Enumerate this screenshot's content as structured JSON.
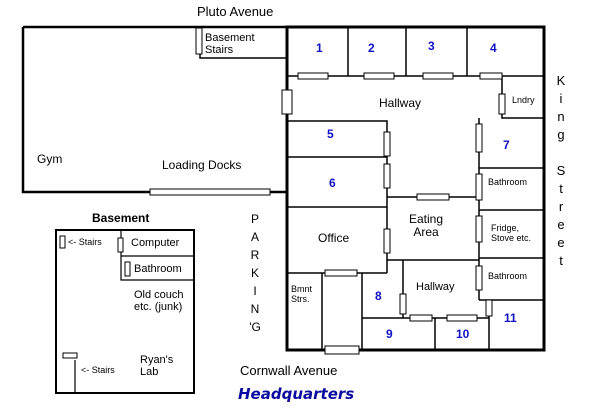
{
  "title": "Headquarters",
  "streets": {
    "north": "Pluto Avenue",
    "south": "Cornwall Avenue",
    "east_letters": [
      "K",
      "i",
      "n",
      "g",
      "",
      "S",
      "t",
      "r",
      "e",
      "e",
      "t"
    ],
    "parking_letters": [
      "P",
      "A",
      "R",
      "K",
      "I",
      "N",
      "'G"
    ]
  },
  "rooms": {
    "basement_stairs": [
      "Basement",
      "Stairs"
    ],
    "gym": "Gym",
    "loading_docks": "Loading Docks",
    "hallway_top": "Hallway",
    "laundry": "Lndry",
    "bathroom_east": "Bathroom",
    "eating_area": [
      "Eating",
      "Area"
    ],
    "office": "Office",
    "fridge": [
      "Fridge,",
      "Stove etc."
    ],
    "bathroom_south": "Bathroom",
    "hallway_bottom": "Hallway",
    "basement_stairs_small": [
      "Bmnt",
      "Strs."
    ]
  },
  "room_numbers": [
    "1",
    "2",
    "3",
    "4",
    "5",
    "6",
    "7",
    "8",
    "9",
    "10",
    "11"
  ],
  "basement": {
    "title": "Basement",
    "stairs_top": "<- Stairs",
    "computer": "Computer",
    "bathroom": "Bathroom",
    "couch": [
      "Old couch",
      "etc. (junk)"
    ],
    "stairs_bottom": "<- Stairs",
    "lab": [
      "Ryan's",
      "Lab"
    ]
  },
  "colors": {
    "lines": "#000000",
    "room_numbers": "#1010c8",
    "title": "#0a0aa0"
  }
}
